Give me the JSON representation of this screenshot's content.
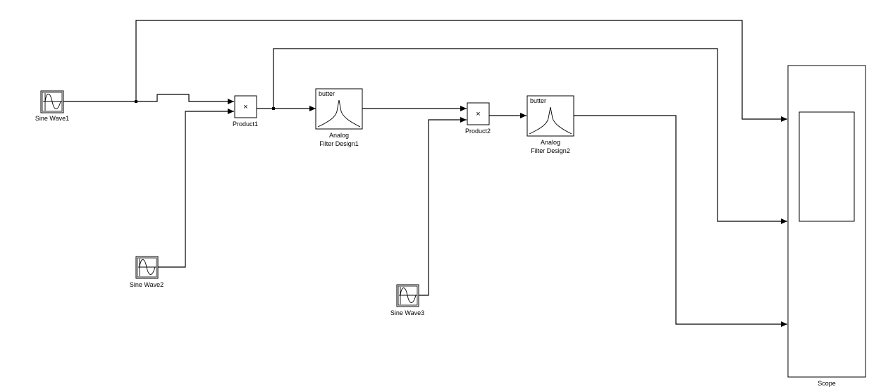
{
  "diagram": {
    "type": "simulink-block-diagram",
    "line_color": "#000000",
    "background": "#ffffff"
  },
  "blocks": {
    "sine1": {
      "label": "Sine Wave1",
      "kind": "sine-wave"
    },
    "sine2": {
      "label": "Sine Wave2",
      "kind": "sine-wave"
    },
    "sine3": {
      "label": "Sine Wave3",
      "kind": "sine-wave"
    },
    "product1": {
      "label": "Product1",
      "symbol": "×"
    },
    "product2": {
      "label": "Product2",
      "symbol": "×"
    },
    "filter1": {
      "label_line1": "Analog",
      "label_line2": "Filter Design1",
      "inner_text": "butter"
    },
    "filter2": {
      "label_line1": "Analog",
      "label_line2": "Filter Design2",
      "inner_text": "butter"
    },
    "scope": {
      "label": "Scope",
      "inputs": 3
    }
  },
  "connections": [
    {
      "from": "Sine Wave1",
      "to": "Product1 (in1)"
    },
    {
      "from": "Sine Wave1",
      "to": "Scope (in1)"
    },
    {
      "from": "Sine Wave2",
      "to": "Product1 (in2)"
    },
    {
      "from": "Product1",
      "to": "Analog Filter Design1"
    },
    {
      "from": "Product1",
      "to": "Scope (in2)"
    },
    {
      "from": "Analog Filter Design1",
      "to": "Product2 (in1)"
    },
    {
      "from": "Sine Wave3",
      "to": "Product2 (in2)"
    },
    {
      "from": "Product2",
      "to": "Analog Filter Design2"
    },
    {
      "from": "Analog Filter Design2",
      "to": "Scope (in3)"
    }
  ]
}
